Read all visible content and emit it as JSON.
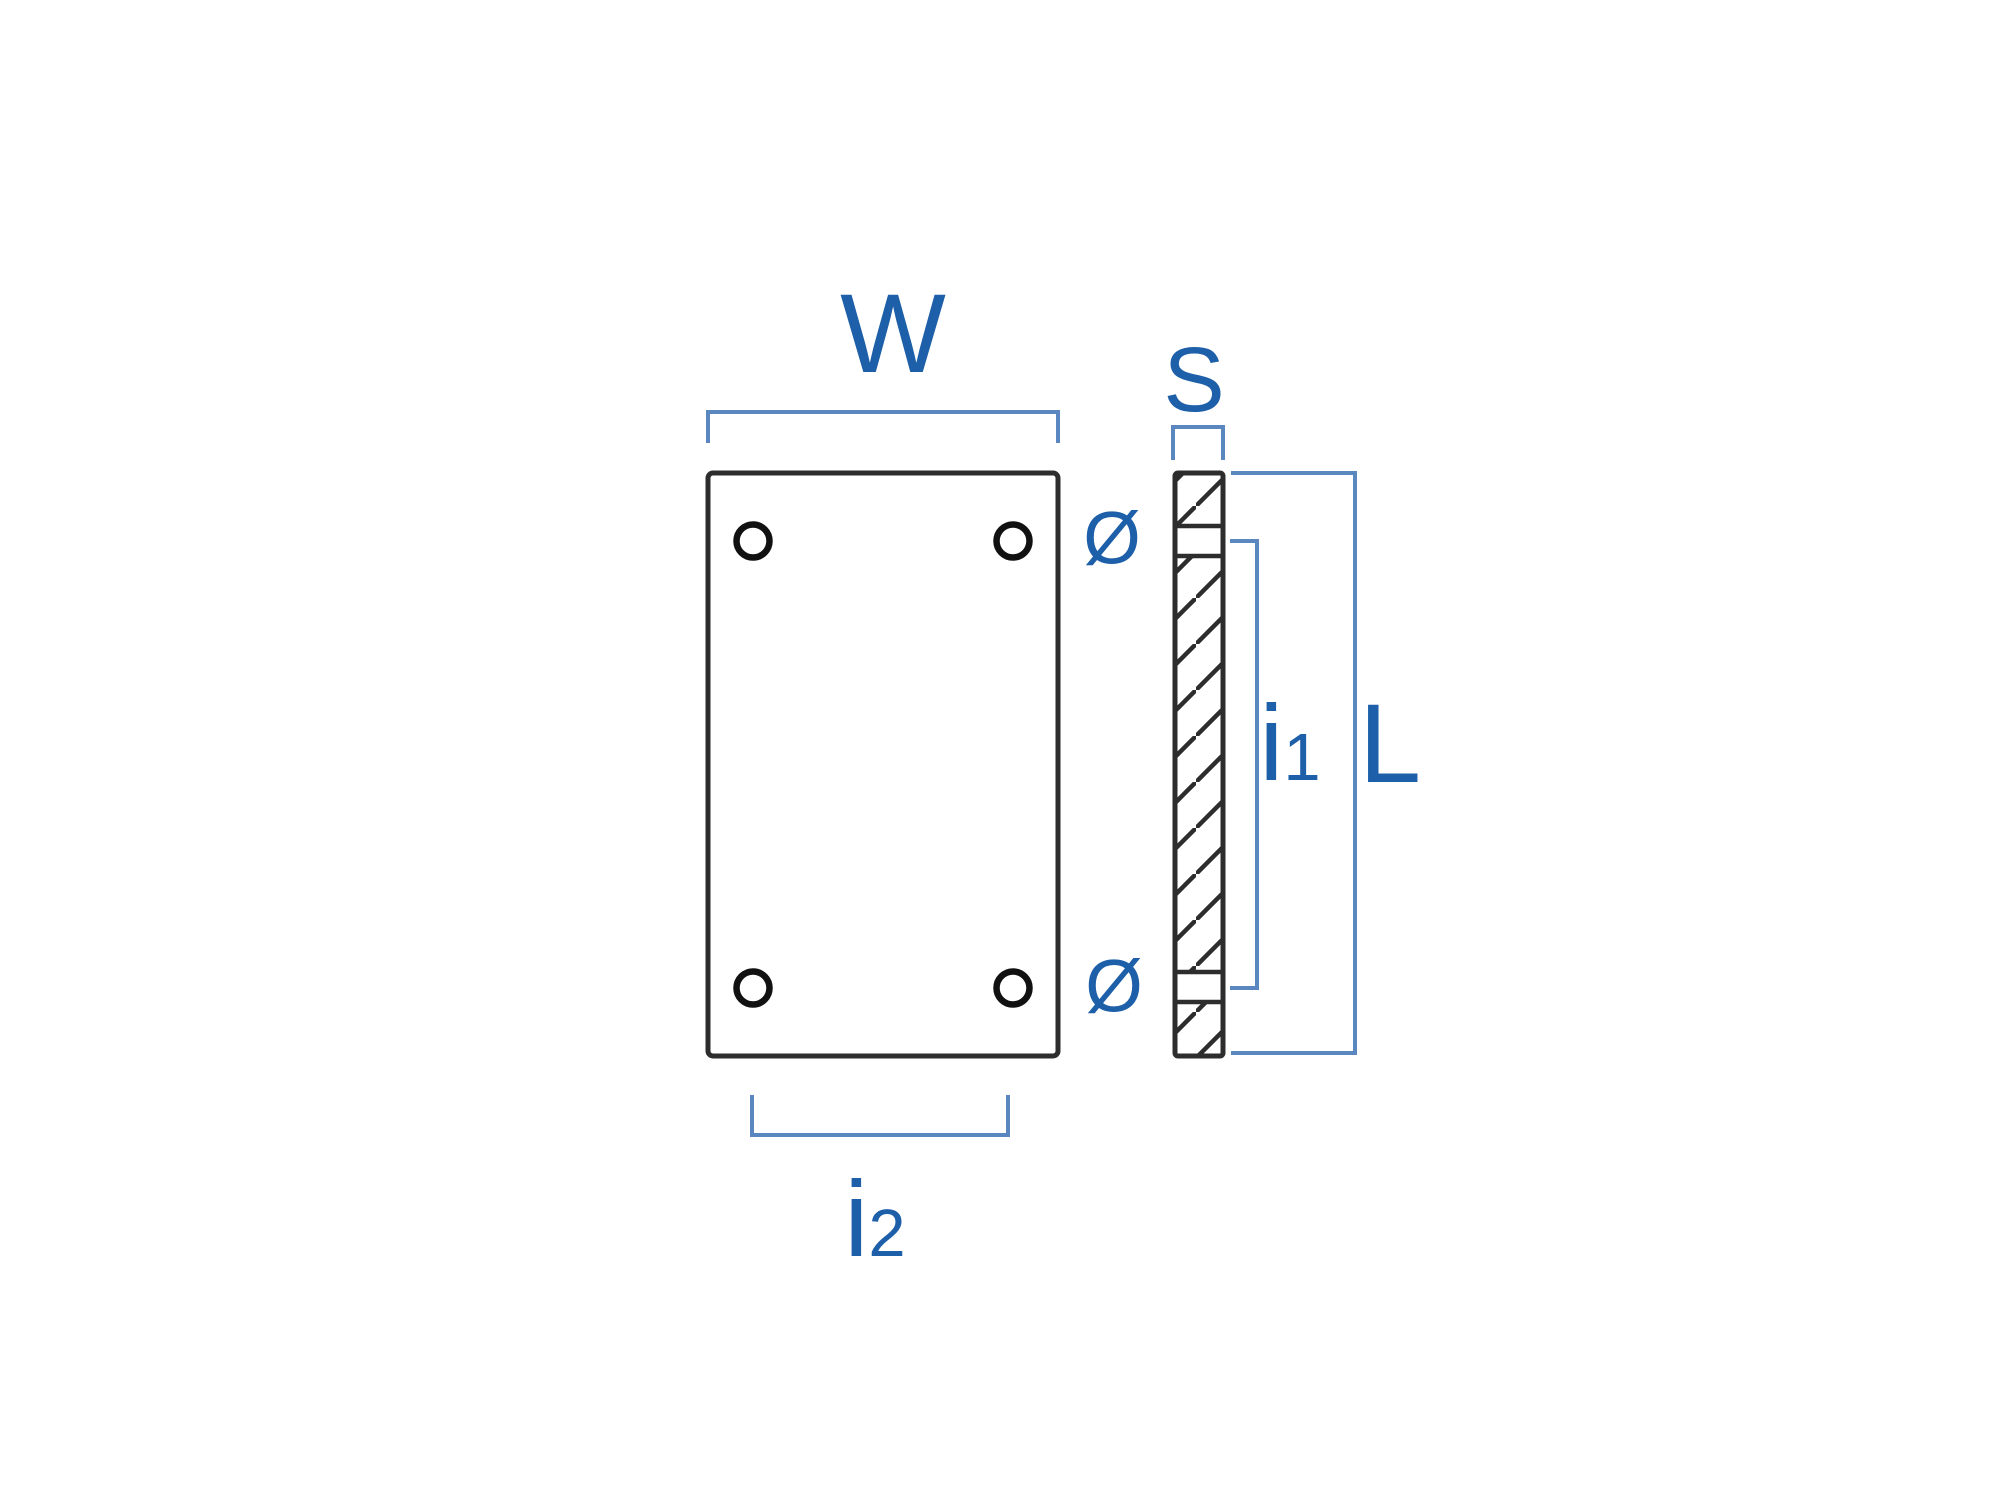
{
  "drawing": {
    "labels": {
      "width": "W",
      "thickness": "S",
      "diameter_top": "Ø",
      "diameter_bottom": "Ø",
      "length": "L",
      "hole_spacing_vertical": {
        "base": "i",
        "sub": "1"
      },
      "hole_spacing_horizontal": {
        "base": "i",
        "sub": "2"
      }
    },
    "colors": {
      "label_blue": "#1d5fa8",
      "dimension_line_blue": "#5b87c0",
      "drawing_stroke": "#2d2d2d",
      "background": "#ffffff"
    }
  }
}
